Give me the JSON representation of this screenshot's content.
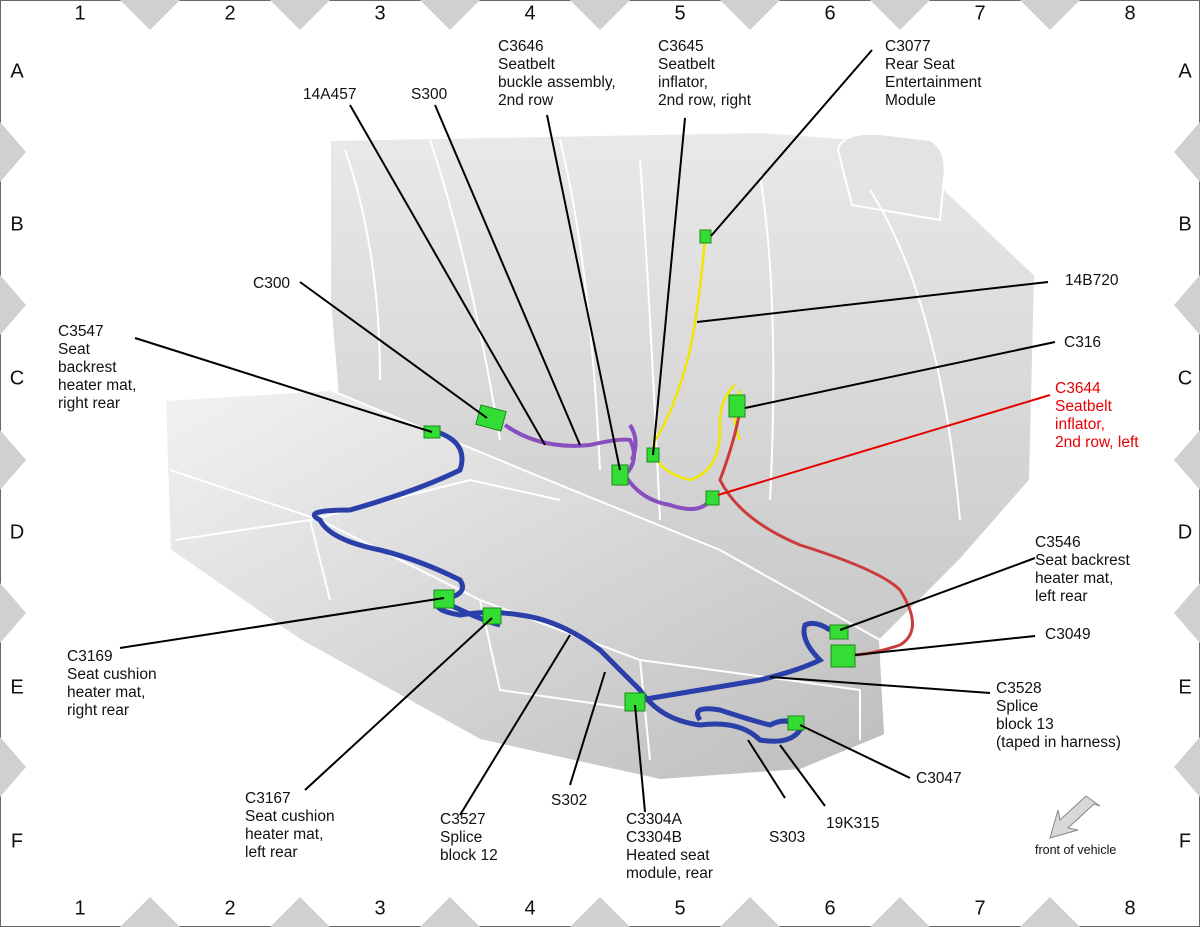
{
  "grid": {
    "columns": [
      "1",
      "2",
      "3",
      "4",
      "5",
      "6",
      "7",
      "8"
    ],
    "rows": [
      "A",
      "B",
      "C",
      "D",
      "E",
      "F"
    ]
  },
  "callouts": {
    "c3646": [
      "C3646",
      "Seatbelt",
      "buckle assembly,",
      "2nd row"
    ],
    "c3645": [
      "C3645",
      "Seatbelt",
      "inflator,",
      "2nd row, right"
    ],
    "c3077": [
      "C3077",
      "Rear Seat",
      "Entertainment",
      "Module"
    ],
    "h14a457": [
      "14A457"
    ],
    "s300": [
      "S300"
    ],
    "c300": [
      "C300"
    ],
    "h14b720": [
      "14B720"
    ],
    "c316": [
      "C316"
    ],
    "c3644": [
      "C3644",
      "Seatbelt",
      "inflator,",
      "2nd row, left"
    ],
    "c3547": [
      "C3547",
      "Seat",
      "backrest",
      "heater mat,",
      "right rear"
    ],
    "c3546": [
      "C3546",
      "Seat backrest",
      "heater mat,",
      "left rear"
    ],
    "c3049": [
      "C3049"
    ],
    "c3528": [
      "C3528",
      "Splice",
      "block 13",
      "(taped in harness)"
    ],
    "c3169": [
      "C3169",
      "Seat cushion",
      "heater mat,",
      "right rear"
    ],
    "c3167": [
      "C3167",
      "Seat cushion",
      "heater mat,",
      "left rear"
    ],
    "c3527": [
      "C3527",
      "Splice",
      "block 12"
    ],
    "s302": [
      "S302"
    ],
    "c3304": [
      "C3304A",
      "C3304B",
      "Heated seat",
      "module, rear"
    ],
    "s303": [
      "S303"
    ],
    "h19k315": [
      "19K315"
    ],
    "c3047": [
      "C3047"
    ]
  },
  "front_of_vehicle": "front of vehicle",
  "colors": {
    "connector": "#33dd33",
    "harness_blue": "#2a3fa8",
    "harness_purple": "#8a4fbf",
    "harness_yellow": "#f2e600",
    "harness_red": "#cc3b3b",
    "highlight_text": "#e60000",
    "seat": "#d6d6d6",
    "grid_triangle": "#d0d0d0"
  }
}
